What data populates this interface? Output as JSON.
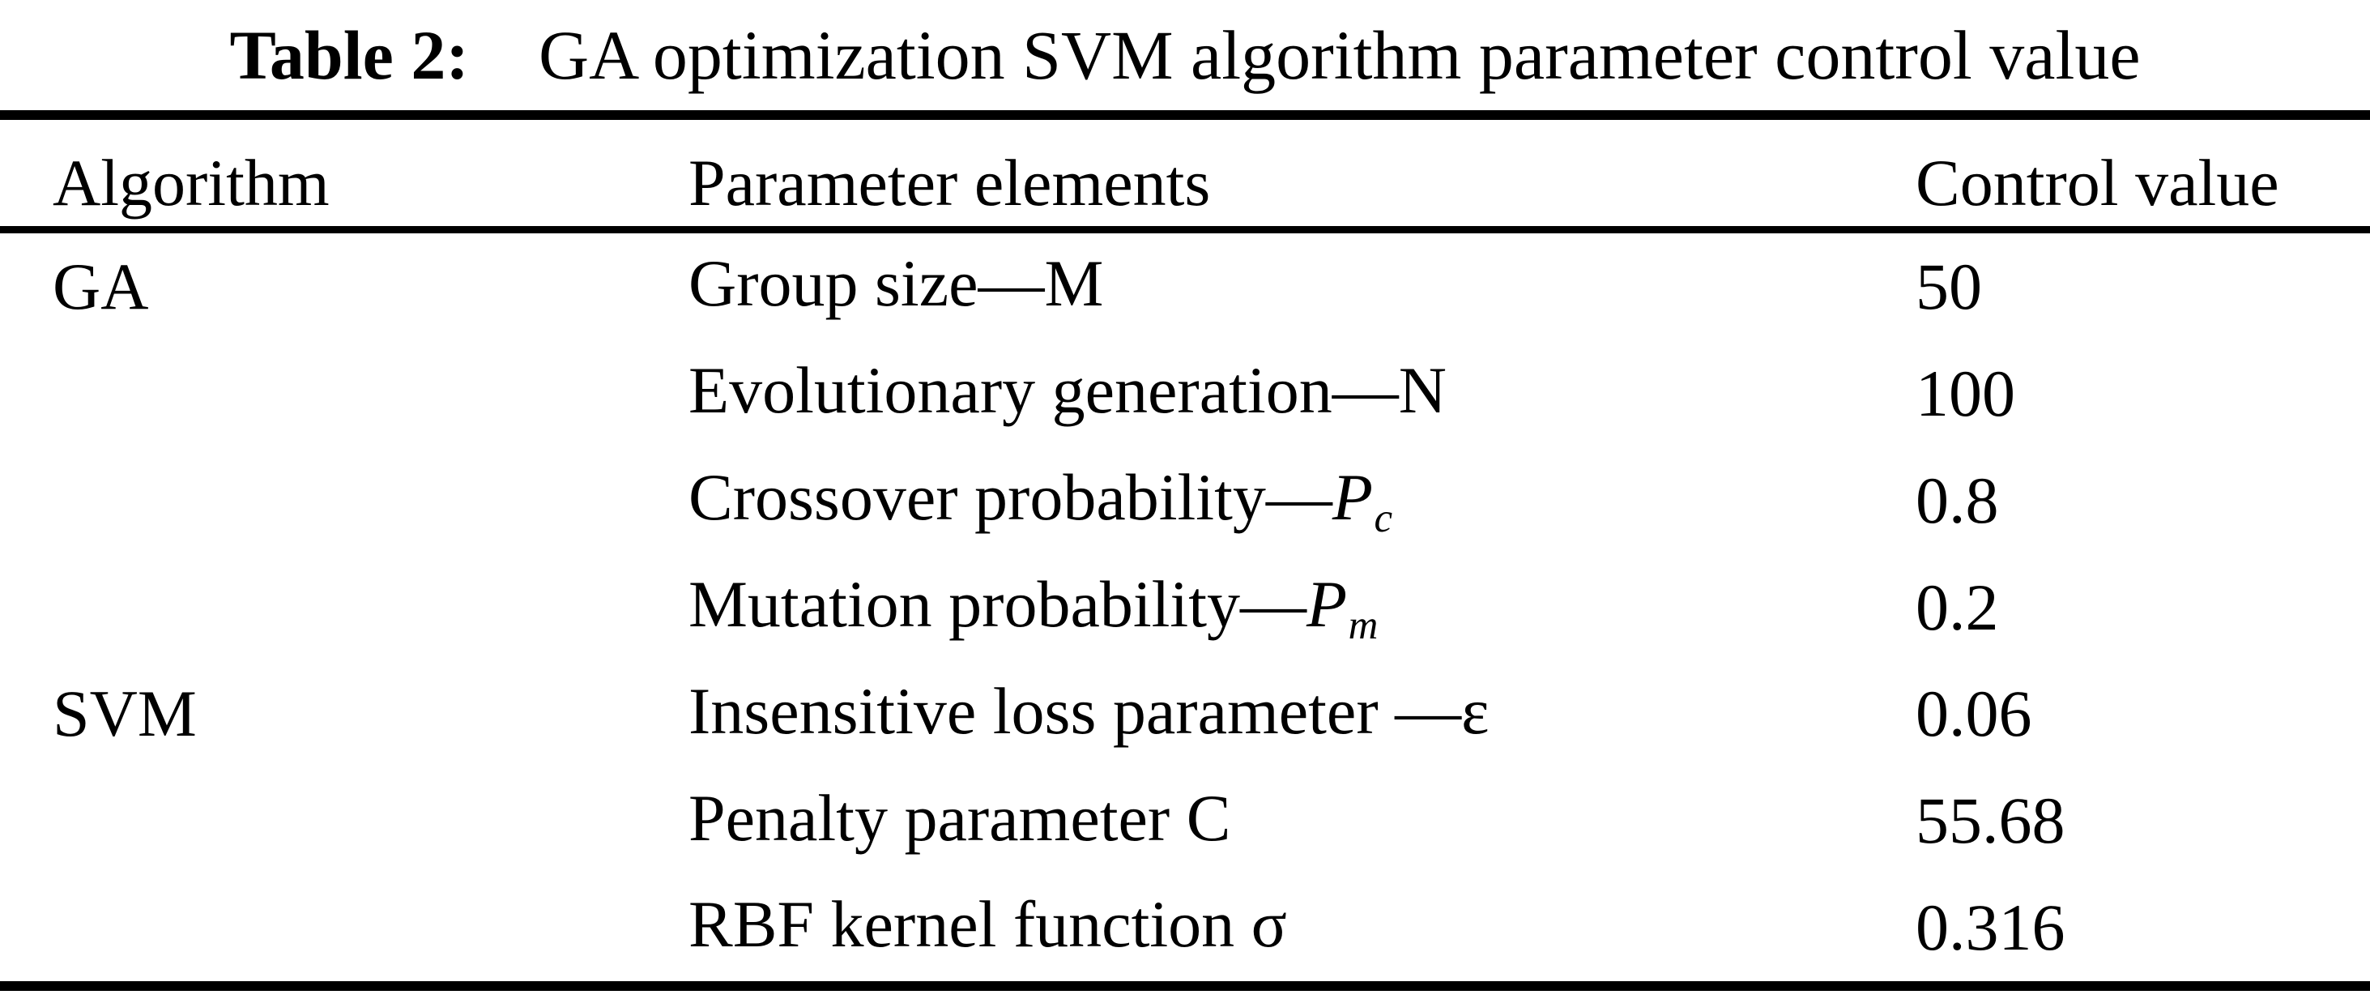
{
  "page": {
    "background_color": "#ffffff",
    "text_color": "#000000",
    "rule_color": "#000000"
  },
  "caption": {
    "label": "Table 2:",
    "text": "GA optimization SVM algorithm parameter control value"
  },
  "table": {
    "headers": [
      "Algorithm",
      "Parameter elements",
      "Control value"
    ],
    "rows": [
      {
        "algorithm": "GA",
        "parameter": "Group size—M",
        "value": "50"
      },
      {
        "algorithm": "",
        "parameter": "Evolutionary generation—N",
        "value": "100"
      },
      {
        "algorithm": "",
        "parameter": "Crossover probability—",
        "parameter_var": "P",
        "parameter_sub": "c",
        "value": "0.8"
      },
      {
        "algorithm": "",
        "parameter": "Mutation probability—",
        "parameter_var": "P",
        "parameter_sub": "m",
        "value": "0.2"
      },
      {
        "algorithm": "SVM",
        "parameter": "Insensitive loss parameter —ε",
        "value": "0.06"
      },
      {
        "algorithm": "",
        "parameter": "Penalty parameter C",
        "value": "55.68"
      },
      {
        "algorithm": "",
        "parameter": "RBF kernel function σ",
        "value": "0.316"
      }
    ]
  }
}
